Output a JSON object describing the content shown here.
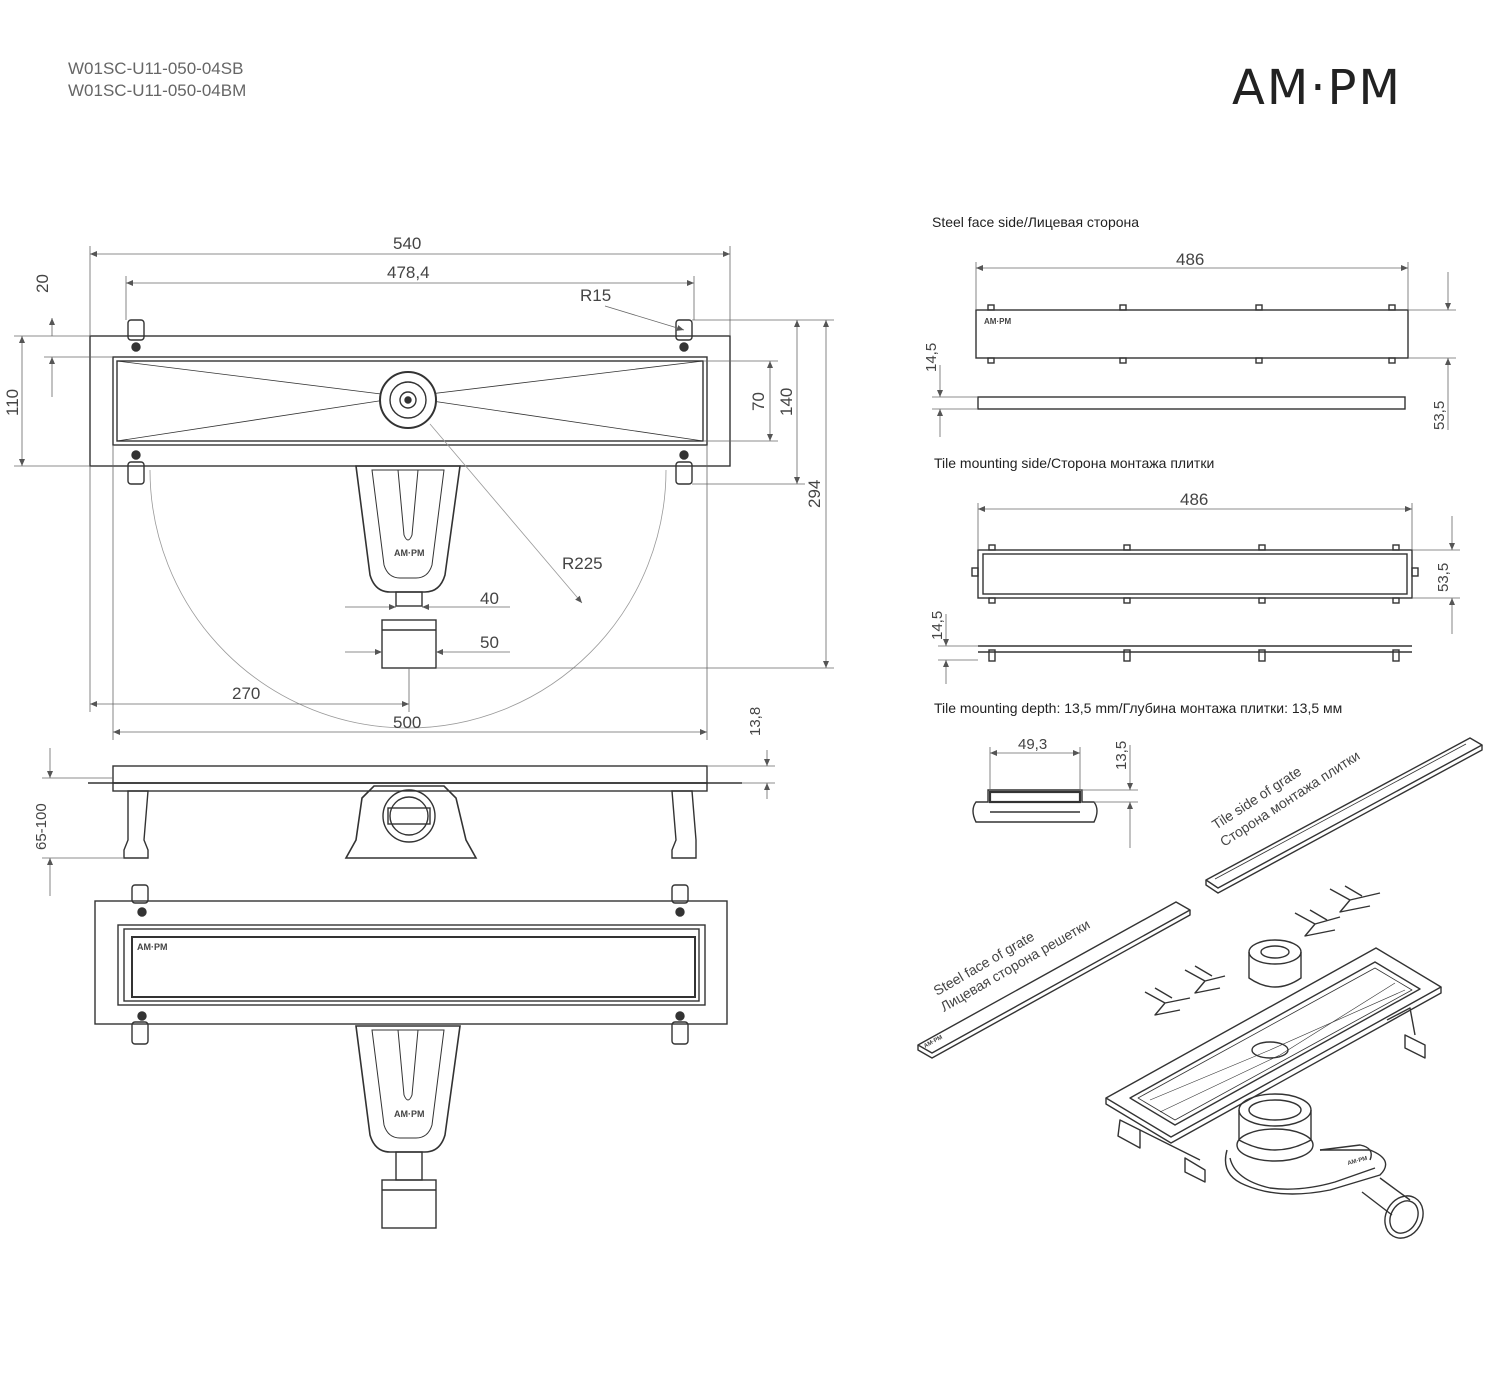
{
  "header": {
    "codes": [
      "W01SC-U11-050-04SB",
      "W01SC-U11-050-04BM"
    ],
    "logo": "AM·PM"
  },
  "captions": {
    "steel_face": "Steel face side/Лицевая сторона",
    "tile_side": "Tile mounting side/Сторона монтажа плитки",
    "tile_depth": "Tile mounting depth: 13,5 mm/Глубина монтажа плитки: 13,5 мм"
  },
  "iso_labels": {
    "tile_side_en": "Tile side of grate",
    "tile_side_ru": "Сторона монтажа плитки",
    "steel_face_en": "Steel face of grate",
    "steel_face_ru": "Лицевая сторона решетки"
  },
  "dims": {
    "d540": "540",
    "d478": "478,4",
    "r15": "R15",
    "d20": "20",
    "d110": "110",
    "d70": "70",
    "d140": "140",
    "d294": "294",
    "r225": "R225",
    "d40": "40",
    "d50": "50",
    "d270": "270",
    "d500": "500",
    "d138": "13,8",
    "d65100": "65-100",
    "a486": "486",
    "a145": "14,5",
    "a535": "53,5",
    "b486": "486",
    "b145": "14,5",
    "b535": "53,5",
    "c493": "49,3",
    "c135": "13,5"
  }
}
